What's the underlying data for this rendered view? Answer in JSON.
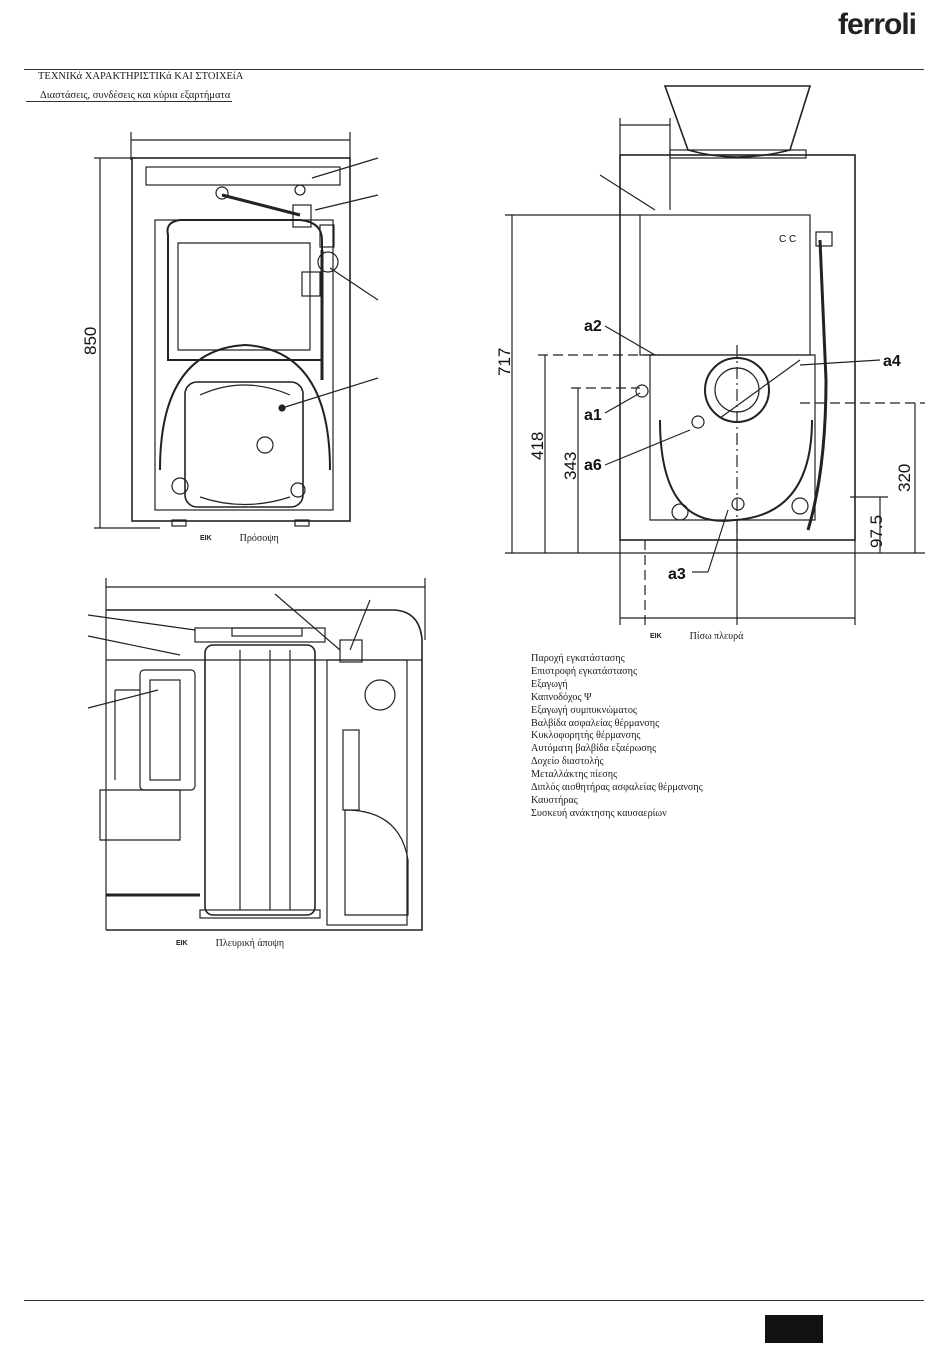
{
  "brand": {
    "logo_text": "ferroli"
  },
  "header": {
    "section_title": "ΤΕΧΝΙΚά ΧΑΡΑΚΤΗΡΙΣΤΙΚά ΚΑΙ ΣΤΟΙΧΕίΑ",
    "subsection_title": "Διαστάσεις, συνδέσεις και κύρια εξαρτήματα"
  },
  "figures": {
    "front": {
      "caption_prefix": "ΕΙΚ",
      "caption": "Πρόσοψη",
      "height_dim": "850"
    },
    "rear": {
      "caption_prefix": "ΕΙΚ",
      "caption": "Πίσω πλευρά",
      "dims": [
        "717",
        "418",
        "343",
        "320",
        "97.5"
      ],
      "labels": [
        "a2",
        "a1",
        "a6",
        "a4",
        "a3"
      ],
      "cc_text": "C C"
    },
    "side": {
      "caption_prefix": "ΕΙΚ",
      "caption": "Πλευρική άποψη"
    }
  },
  "legend": [
    "Παροχή εγκατάστασης",
    "Επιστροφή εγκατάστασης",
    "Εξαγωγή",
    "Καπνοδόχος Ψ",
    "Εξαγωγή συμπυκνώματος",
    "Βαλβίδα ασφαλείας θέρμανσης",
    "Κυκλοφορητής θέρμανσης",
    "Αυτόματη βαλβίδα εξαέρωσης",
    "Δοχείο διαστολής",
    "Μεταλλάκτης πίεσης",
    "Διπλός αισθητήρας ασφαλείας θέρμανσης",
    "Καυστήρας",
    "Συσκευή ανάκτησης καυσαερίων"
  ]
}
